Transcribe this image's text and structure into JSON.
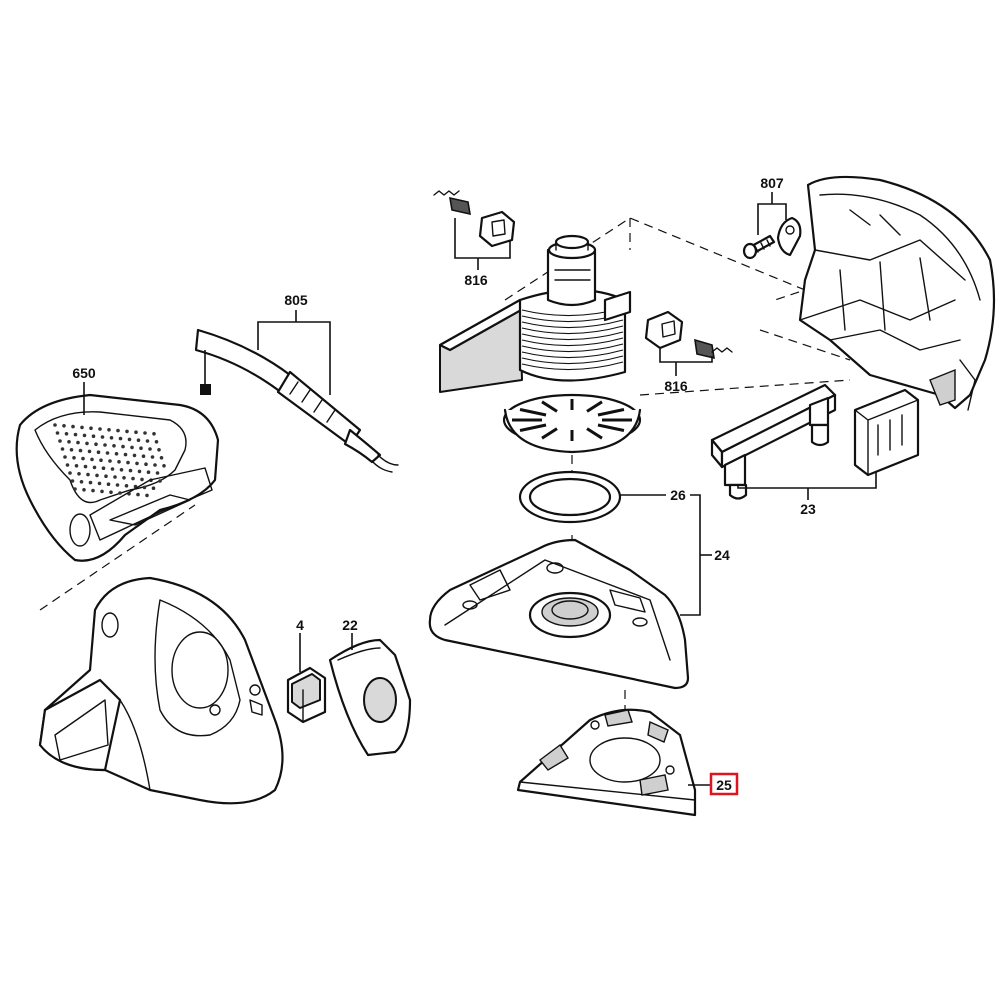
{
  "diagram": {
    "highlight_color": "#e0141e",
    "line_color": "#111111",
    "callouts": [
      {
        "id": "650",
        "label": "650",
        "highlighted": false
      },
      {
        "id": "805",
        "label": "805",
        "highlighted": false
      },
      {
        "id": "816a",
        "label": "816",
        "highlighted": false
      },
      {
        "id": "816b",
        "label": "816",
        "highlighted": false
      },
      {
        "id": "807",
        "label": "807",
        "highlighted": false
      },
      {
        "id": "23",
        "label": "23",
        "highlighted": false
      },
      {
        "id": "26",
        "label": "26",
        "highlighted": false
      },
      {
        "id": "24",
        "label": "24",
        "highlighted": false
      },
      {
        "id": "4",
        "label": "4",
        "highlighted": false
      },
      {
        "id": "22",
        "label": "22",
        "highlighted": false
      },
      {
        "id": "25",
        "label": "25",
        "highlighted": true
      }
    ]
  }
}
